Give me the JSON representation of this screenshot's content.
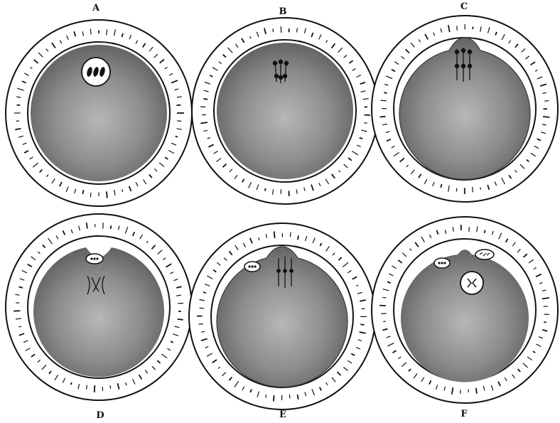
{
  "figure": {
    "panels": [
      {
        "label": "A",
        "stage": "nucleus-three-chromosomes"
      },
      {
        "label": "B",
        "stage": "spindle-forming"
      },
      {
        "label": "C",
        "stage": "spindle-in-protrusion"
      },
      {
        "label": "D",
        "stage": "first-polar-body-spindle"
      },
      {
        "label": "E",
        "stage": "second-spindle-with-polar-body"
      },
      {
        "label": "F",
        "stage": "two-polar-bodies-pronucleus"
      }
    ],
    "colors": {
      "ink": "#111111",
      "yolk": "#5a5a5a",
      "paper": "#ffffff"
    }
  }
}
